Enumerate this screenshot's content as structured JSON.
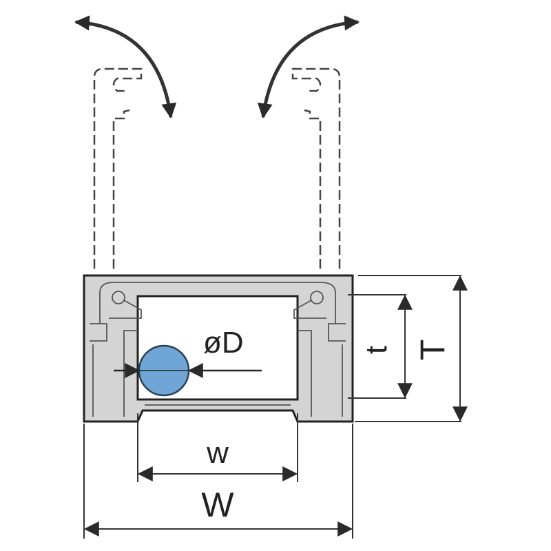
{
  "labels": {
    "diameter": "øD",
    "inner_height": "t",
    "outer_height": "T",
    "inner_width": "w",
    "outer_width": "W"
  },
  "colors": {
    "line": "#222222",
    "body_fill": "#d4d4d4",
    "cable": "#6fa6d6"
  }
}
